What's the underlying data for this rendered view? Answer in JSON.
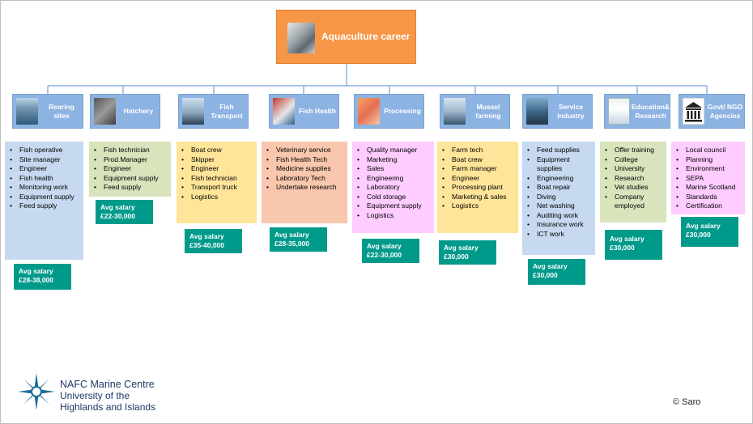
{
  "root": {
    "title": "Aquaculture career"
  },
  "categories": [
    {
      "label": "Rearing sites",
      "icon": "rearing-site-photo",
      "items": [
        "Fish operative",
        "Site manager",
        "Engineer",
        "Fish health",
        "Monitoring work",
        "Equipment supply",
        "Feed supply"
      ],
      "salary_label": "Avg salary",
      "salary_value": "£28-38,000"
    },
    {
      "label": "Hatchery",
      "icon": "hatchery-photo",
      "items": [
        "Fish technician",
        "Prod.Manager",
        "Engineer",
        "Equipment supply",
        "Feed supply"
      ],
      "salary_label": "Avg salary",
      "salary_value": "£22-30,000"
    },
    {
      "label": "Fish Transport",
      "icon": "boat-photo",
      "items": [
        "Boat crew",
        "Skipper",
        "Engineer",
        "Fish technician",
        "Transport truck",
        "Logistics"
      ],
      "salary_label": "Avg salary",
      "salary_value": "£35-40,000"
    },
    {
      "label": "Fish Health",
      "icon": "lab-photo",
      "items": [
        "Veterinary service",
        "Fish Health Tech",
        "Medicine supplies",
        "Laboratory Tech",
        "Undertake research"
      ],
      "salary_label": "Avg salary",
      "salary_value": "£28-35,000"
    },
    {
      "label": "Processing",
      "icon": "salmon-fillet-photo",
      "items": [
        "Quality manager",
        "Marketing",
        "Sales",
        "Engineering",
        "Laboratory",
        "Cold storage",
        "Equipment supply",
        "Logistics"
      ],
      "salary_label": "Avg salary",
      "salary_value": "£22-30,000"
    },
    {
      "label": "Mussel farming",
      "icon": "mussel-boat-photo",
      "items": [
        "Farm tech",
        "Boat crew",
        "Farm manager",
        "Engineer",
        "Processing plant",
        "Marketing & sales",
        "Logistics"
      ],
      "salary_label": "Avg salary",
      "salary_value": "£30,000"
    },
    {
      "label": "Service Industry",
      "icon": "service-vessel-photo",
      "items": [
        "Feed supplies",
        "Equipment supplies",
        "Engineering",
        "Boat repair",
        "Diving",
        "Net washing",
        "Auditing work",
        "Insurance work",
        "ICT work"
      ],
      "salary_label": "Avg salary",
      "salary_value": "£30,000"
    },
    {
      "label": "Education& Research",
      "icon": "report-photo",
      "items": [
        "Offer training",
        "College",
        "University",
        "Research",
        "Vet studies",
        "Company employed"
      ],
      "salary_label": "Avg salary",
      "salary_value": "£30,000"
    },
    {
      "label": "Govt/ NGO Agencies",
      "icon": "government-building-icon",
      "items": [
        "Local council",
        "Planning",
        "Environment",
        "SEPA",
        "Marine Scotland",
        "Standards",
        "Certification"
      ],
      "salary_label": "Avg salary",
      "salary_value": "£30,000"
    }
  ],
  "footer": {
    "logo_line1": "NAFC Marine Centre",
    "logo_line2": "University of the",
    "logo_line3": "Highlands and Islands",
    "copyright": "© Saro"
  },
  "colors": {
    "root": "#f79646",
    "category_header": "#8db3e2",
    "salary_box": "#009a8a",
    "connector": "#8db3e2"
  }
}
